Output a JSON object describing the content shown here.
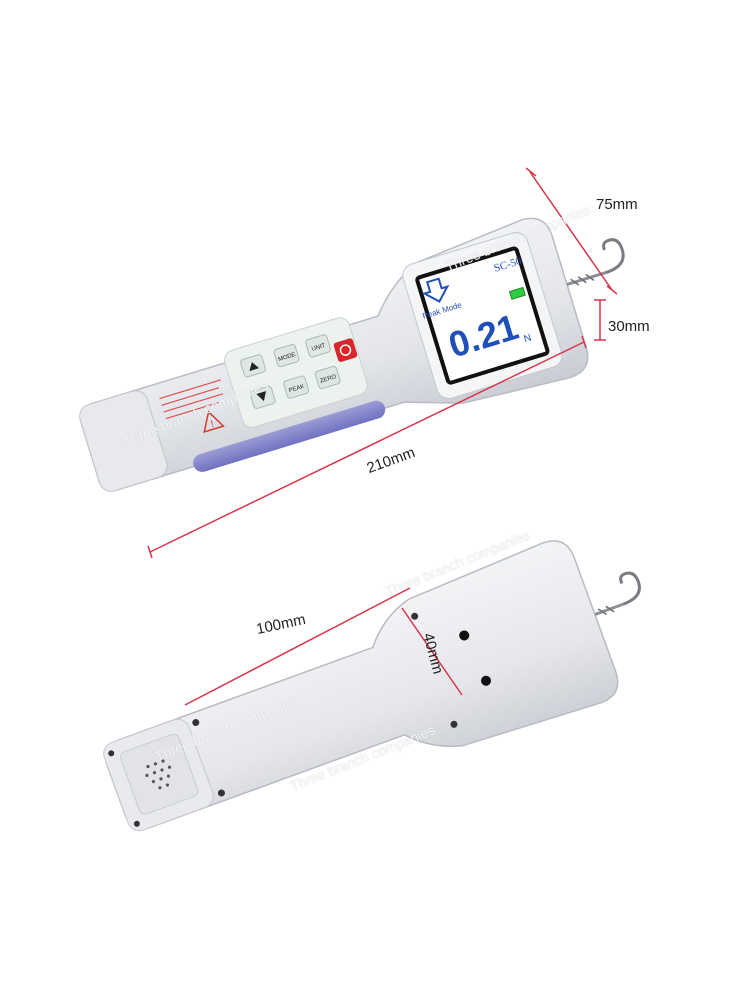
{
  "dimensions": {
    "hook_length": "75mm",
    "screen_height": "30mm",
    "total_length": "210mm",
    "back_length": "100mm",
    "back_width": "40mm"
  },
  "device": {
    "model": "SC-50",
    "reading": "0.21",
    "unit": "N",
    "status_text": "Peak Mode",
    "arrow_icon": "down-arrow-icon",
    "battery_icon": "battery-icon",
    "power_button_color": "#d8262b",
    "screen_color": "#1f4fb8"
  },
  "buttons": [
    "UNIT",
    "ZERO",
    "PEAK",
    "MODE"
  ],
  "watermark": "Three branch companies"
}
